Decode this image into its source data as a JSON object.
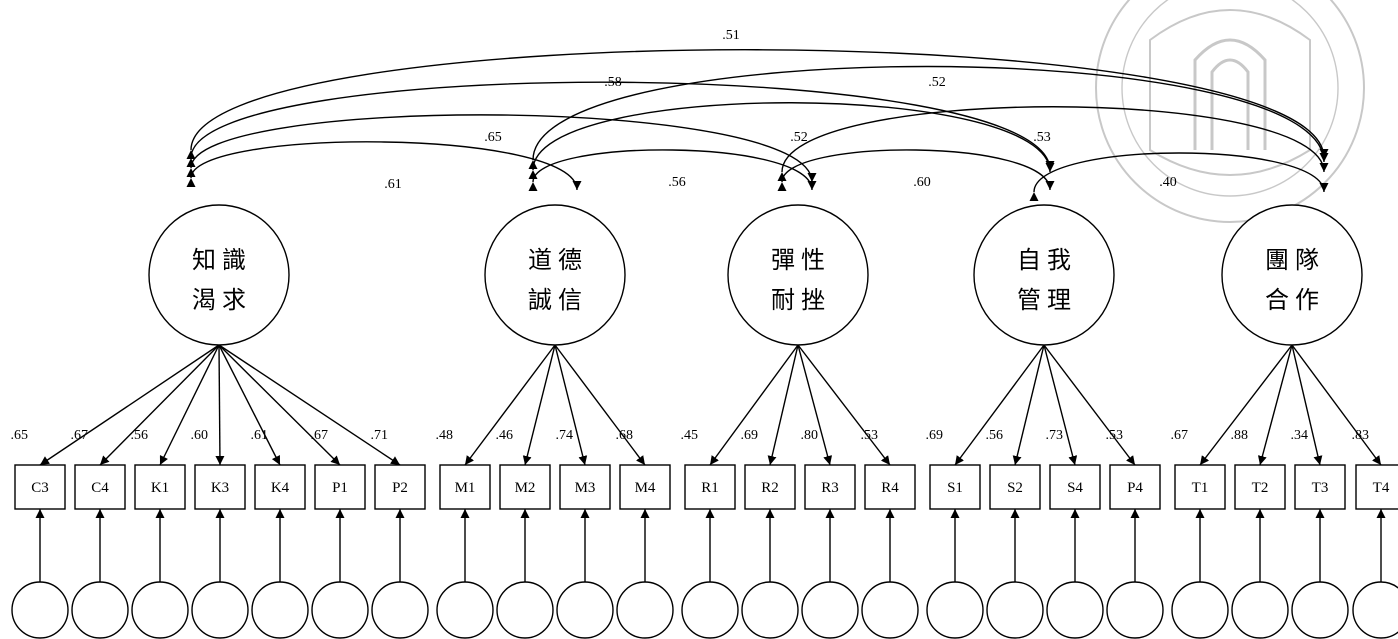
{
  "latents": [
    {
      "id": "know",
      "line1": "知識",
      "line2": "渴求"
    },
    {
      "id": "moral",
      "line1": "道德",
      "line2": "誠信"
    },
    {
      "id": "resil",
      "line1": "彈性",
      "line2": "耐挫"
    },
    {
      "id": "self",
      "line1": "自我",
      "line2": "管理"
    },
    {
      "id": "team",
      "line1": "團隊",
      "line2": "合作"
    }
  ],
  "indicators": [
    {
      "label": "C3",
      "factor": 0,
      "loading": ".65"
    },
    {
      "label": "C4",
      "factor": 0,
      "loading": ".67"
    },
    {
      "label": "K1",
      "factor": 0,
      "loading": ".56"
    },
    {
      "label": "K3",
      "factor": 0,
      "loading": ".60"
    },
    {
      "label": "K4",
      "factor": 0,
      "loading": ".61"
    },
    {
      "label": "P1",
      "factor": 0,
      "loading": ".67"
    },
    {
      "label": "P2",
      "factor": 0,
      "loading": ".71"
    },
    {
      "label": "M1",
      "factor": 1,
      "loading": ".48"
    },
    {
      "label": "M2",
      "factor": 1,
      "loading": ".46"
    },
    {
      "label": "M3",
      "factor": 1,
      "loading": ".74"
    },
    {
      "label": "M4",
      "factor": 1,
      "loading": ".68"
    },
    {
      "label": "R1",
      "factor": 2,
      "loading": ".45"
    },
    {
      "label": "R2",
      "factor": 2,
      "loading": ".69"
    },
    {
      "label": "R3",
      "factor": 2,
      "loading": ".80"
    },
    {
      "label": "R4",
      "factor": 2,
      "loading": ".53"
    },
    {
      "label": "S1",
      "factor": 3,
      "loading": ".69"
    },
    {
      "label": "S2",
      "factor": 3,
      "loading": ".56"
    },
    {
      "label": "S4",
      "factor": 3,
      "loading": ".73"
    },
    {
      "label": "P4",
      "factor": 3,
      "loading": ".53"
    },
    {
      "label": "T1",
      "factor": 4,
      "loading": ".67"
    },
    {
      "label": "T2",
      "factor": 4,
      "loading": ".88"
    },
    {
      "label": "T3",
      "factor": 4,
      "loading": ".34"
    },
    {
      "label": "T4",
      "factor": 4,
      "loading": ".83"
    }
  ],
  "correlations": [
    {
      "from": 0,
      "to": 1,
      "value": ".61"
    },
    {
      "from": 0,
      "to": 2,
      "value": ".65"
    },
    {
      "from": 0,
      "to": 3,
      "value": ".58"
    },
    {
      "from": 0,
      "to": 4,
      "value": ".51"
    },
    {
      "from": 1,
      "to": 2,
      "value": ".56"
    },
    {
      "from": 1,
      "to": 3,
      "value": ".52"
    },
    {
      "from": 1,
      "to": 4,
      "value": ".52"
    },
    {
      "from": 2,
      "to": 3,
      "value": ".60"
    },
    {
      "from": 2,
      "to": 4,
      "value": ".53"
    },
    {
      "from": 3,
      "to": 4,
      "value": ".40"
    }
  ],
  "colors": {
    "line": "#000000",
    "watermark": "#c8c8c8"
  },
  "watermark_icon": "university-seal-icon"
}
